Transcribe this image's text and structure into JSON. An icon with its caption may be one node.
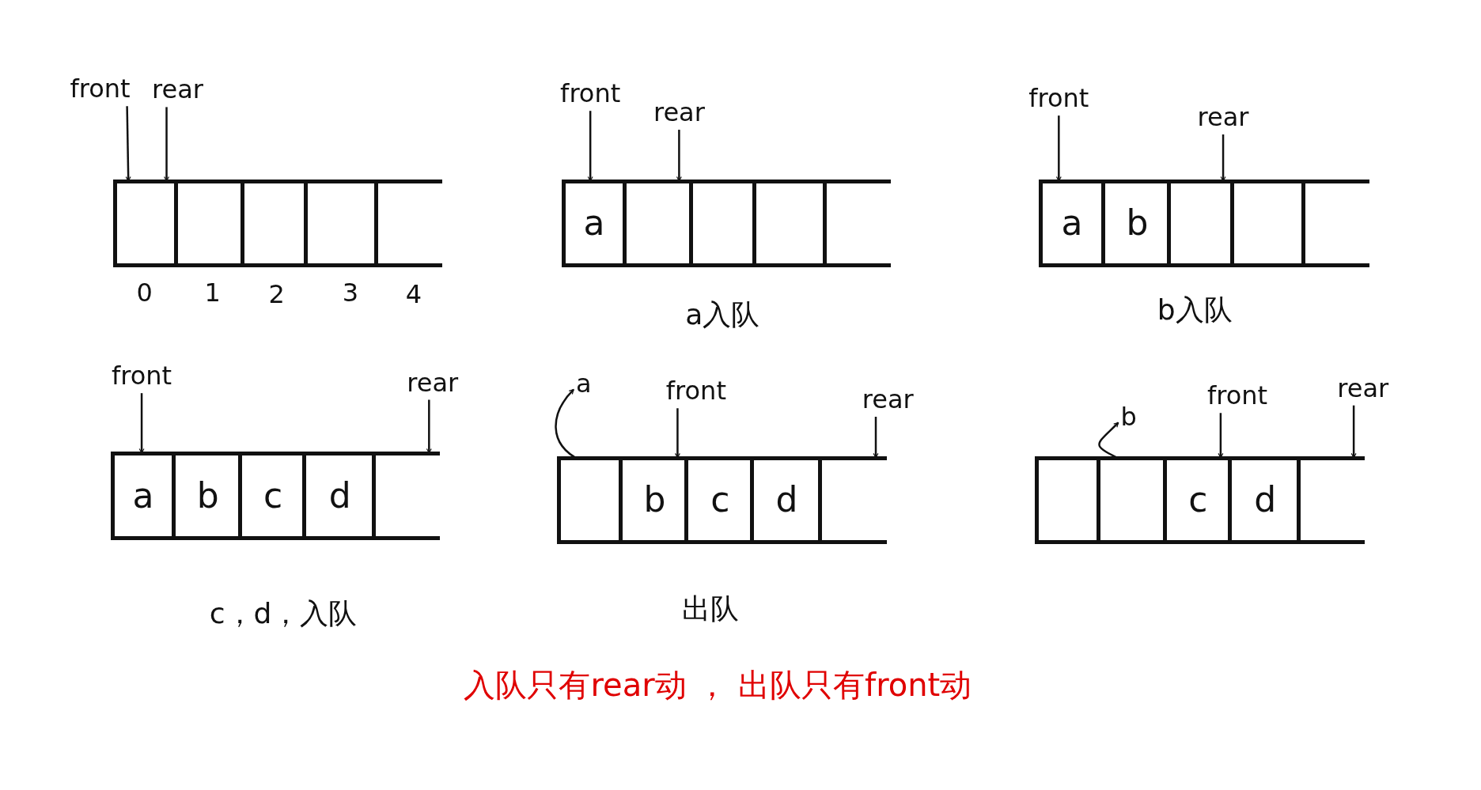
{
  "diagram": {
    "nodes": [
      {
        "text": [
          "front"
        ]
      },
      {
        "text": [
          "rear"
        ]
      },
      {
        "text": [],
        "shape": "box"
      },
      {
        "text": [],
        "shape": "box",
        "in": 2
      },
      {
        "text": [],
        "shape": "box",
        "in": 2
      },
      {
        "text": [],
        "shape": "box",
        "in": 2
      },
      {
        "text": [],
        "shape": "box",
        "in": 2
      },
      {
        "text": [],
        "shape": "box",
        "in": 2
      },
      {
        "text": [
          "front"
        ]
      },
      {
        "text": [
          "rear"
        ]
      },
      {
        "text": [],
        "shape": "box",
        "beside": [
          "a入队"
        ]
      },
      {
        "text": [
          "a"
        ],
        "in": 10
      },
      {
        "text": [],
        "shape": "box",
        "in": 10
      },
      {
        "text": [],
        "shape": "box",
        "in": 10
      },
      {
        "text": [],
        "shape": "box",
        "in": 10
      },
      {
        "text": [],
        "shape": "box",
        "in": 10
      },
      {
        "text": [
          "front"
        ]
      },
      {
        "text": [
          "rear"
        ]
      },
      {
        "text": [],
        "shape": "box",
        "beside": [
          "b入队"
        ]
      },
      {
        "text": [
          "a"
        ],
        "in": 18
      },
      {
        "text": [
          "b"
        ],
        "in": 18
      },
      {
        "text": [],
        "shape": "box",
        "in": 18
      },
      {
        "text": [],
        "shape": "box",
        "in": 18
      },
      {
        "text": [],
        "shape": "box",
        "in": 18
      },
      {
        "text": [
          "front"
        ]
      },
      {
        "text": [
          "rear"
        ]
      },
      {
        "text": [],
        "shape": "box",
        "beside": [
          "c，d，入队"
        ]
      },
      {
        "text": [
          "a"
        ],
        "in": 26
      },
      {
        "text": [
          "b"
        ],
        "in": 26
      },
      {
        "text": [
          "c"
        ],
        "in": 26
      },
      {
        "text": [
          "d"
        ],
        "in": 26
      },
      {
        "text": [],
        "shape": "box",
        "in": 26
      },
      {
        "text": [
          "a"
        ]
      },
      {
        "text": [
          "front"
        ]
      },
      {
        "text": [
          "rear"
        ]
      },
      {
        "text": [],
        "shape": "box",
        "beside": [
          "出队"
        ]
      },
      {
        "text": [],
        "shape": "box",
        "in": 35
      },
      {
        "text": [
          "b"
        ],
        "in": 35
      },
      {
        "text": [
          "c"
        ],
        "in": 35
      },
      {
        "text": [
          "d"
        ],
        "in": 35
      },
      {
        "text": [],
        "shape": "box",
        "in": 35
      },
      {
        "text": [
          "b"
        ]
      },
      {
        "text": [
          "front"
        ]
      },
      {
        "text": [
          "rear"
        ]
      },
      {
        "text": [],
        "shape": "box"
      },
      {
        "text": [],
        "shape": "box",
        "in": 44
      },
      {
        "text": [],
        "shape": "box",
        "in": 44
      },
      {
        "text": [
          "c"
        ],
        "in": 44
      },
      {
        "text": [
          "d"
        ],
        "in": 44
      },
      {
        "text": [],
        "shape": "box",
        "in": 44
      }
    ],
    "edges": [
      {
        "from": 0,
        "to": 3,
        "arrow": "to"
      },
      {
        "from": 1,
        "to": 3,
        "arrow": "to"
      },
      {
        "from": 8,
        "to": 11,
        "arrow": "to"
      },
      {
        "from": 9,
        "to": 12,
        "arrow": "to"
      },
      {
        "from": 16,
        "to": 19,
        "arrow": "to"
      },
      {
        "from": 17,
        "to": 21,
        "arrow": "to"
      },
      {
        "from": 24,
        "to": 27,
        "arrow": "to"
      },
      {
        "from": 25,
        "to": 31,
        "arrow": "to"
      },
      {
        "from": 36,
        "to": 32,
        "arrow": "to"
      },
      {
        "from": 33,
        "to": 37,
        "arrow": "to"
      },
      {
        "from": 34,
        "to": 40,
        "arrow": "to"
      },
      {
        "from": 46,
        "to": 41,
        "arrow": "to"
      },
      {
        "from": 42,
        "to": 47,
        "arrow": "to"
      },
      {
        "from": 43,
        "to": 49,
        "arrow": "to"
      }
    ],
    "labels": [
      "0",
      "1",
      "2",
      "3",
      "4",
      "入队只有rear动 ， 出队只有front动"
    ]
  }
}
